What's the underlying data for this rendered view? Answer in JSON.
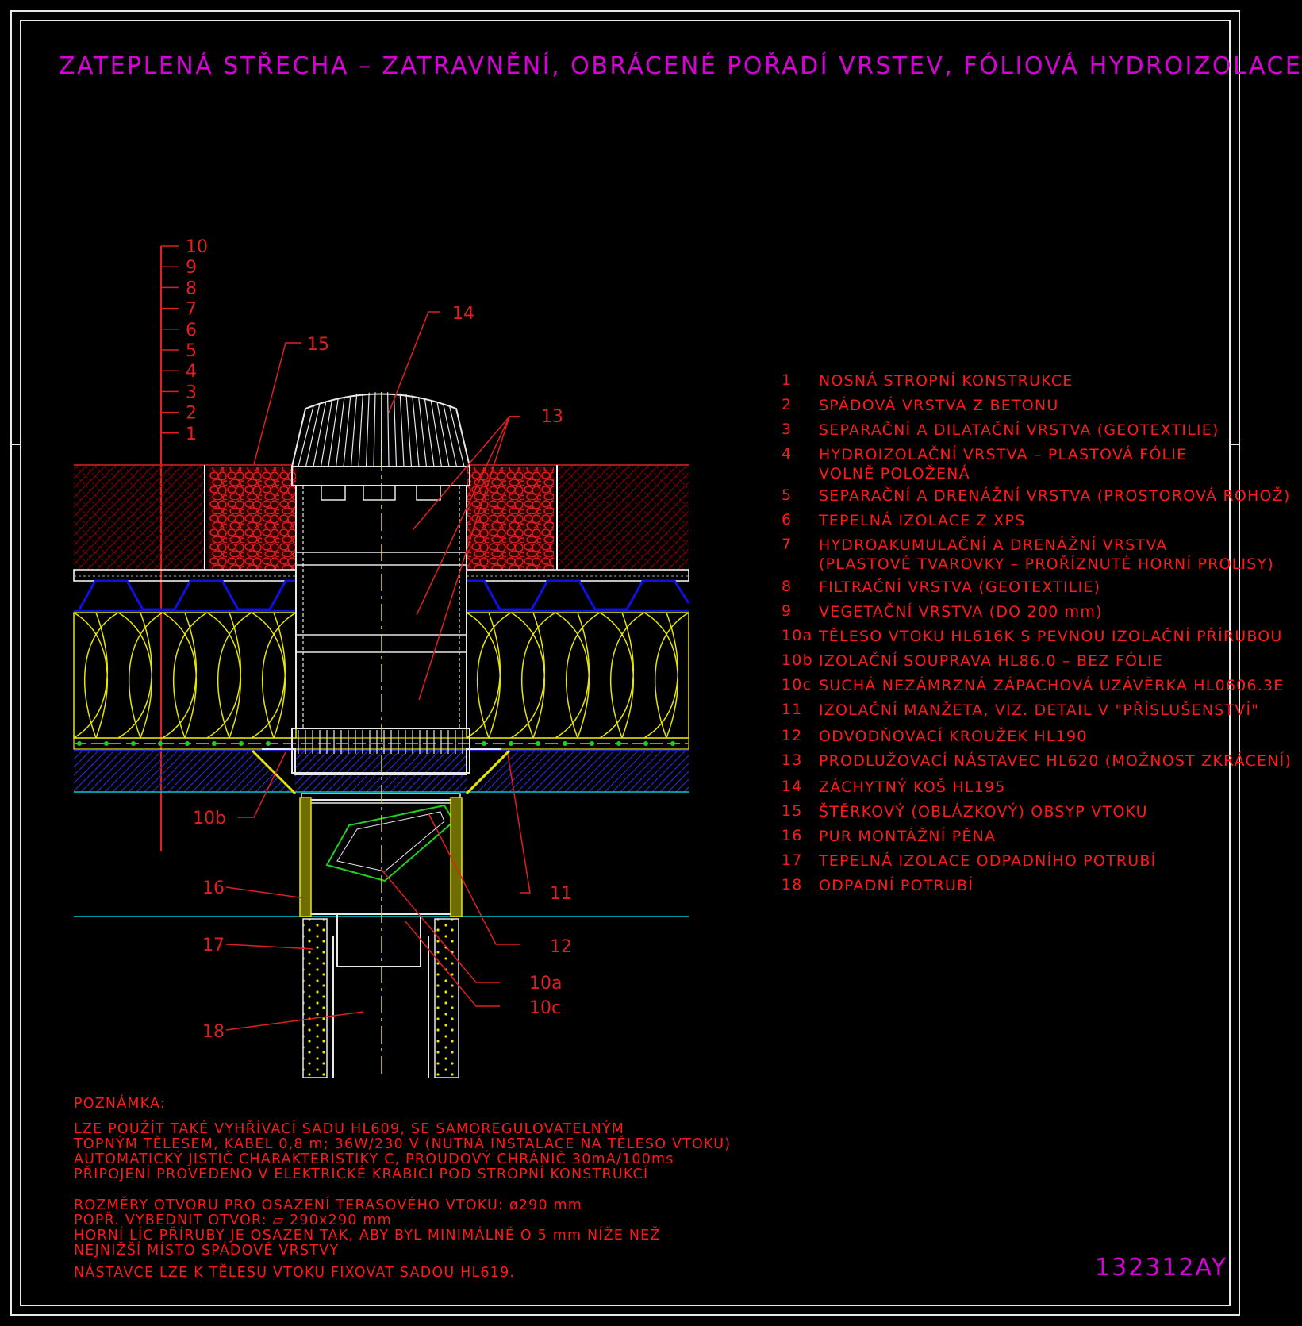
{
  "title": "ZATEPLENÁ STŘECHA – ZATRAVNĚNÍ, OBRÁCENÉ POŘADÍ VRSTEV, FÓLIOVÁ HYDROIZOLACE",
  "drawing_code": "132312AY",
  "layer_scale": [
    "10",
    "9",
    "8",
    "7",
    "6",
    "5",
    "4",
    "3",
    "2",
    "1"
  ],
  "callouts": {
    "c10b": "10b",
    "c11": "11",
    "c12": "12",
    "c13": "13",
    "c14": "14",
    "c15": "15",
    "c16": "16",
    "c17": "17",
    "c18": "18",
    "c10a": "10a",
    "c10c": "10c"
  },
  "legend": [
    {
      "num": "1",
      "text": "NOSNÁ STROPNÍ KONSTRUKCE"
    },
    {
      "num": "2",
      "text": "SPÁDOVÁ VRSTVA Z BETONU"
    },
    {
      "num": "3",
      "text": "SEPARAČNÍ A DILATAČNÍ VRSTVA (GEOTEXTILIE)"
    },
    {
      "num": "4",
      "text": "HYDROIZOLAČNÍ VRSTVA – PLASTOVÁ FÓLIE",
      "text2": "VOLNĚ POLOŽENÁ"
    },
    {
      "num": "5",
      "text": "SEPARAČNÍ A DRENÁŽNÍ VRSTVA (PROSTOROVÁ ROHOŽ)"
    },
    {
      "num": "6",
      "text": "TEPELNÁ IZOLACE Z XPS"
    },
    {
      "num": "7",
      "text": "HYDROAKUMULAČNÍ A DRENÁŽNÍ VRSTVA",
      "text2": "(PLASTOVÉ TVAROVKY – PROŘÍZNUTÉ HORNÍ PROLISY)"
    },
    {
      "num": "8",
      "text": "FILTRAČNÍ VRSTVA (GEOTEXTILIE)"
    },
    {
      "num": "9",
      "text": "VEGETAČNÍ VRSTVA (DO 200 mm)"
    },
    {
      "num": "10a",
      "text": "TĚLESO VTOKU HL616K S PEVNOU IZOLAČNÍ PŘÍRUBOU"
    },
    {
      "num": "10b",
      "text": "IZOLAČNÍ SOUPRAVA HL86.0 – BEZ FÓLIE"
    },
    {
      "num": "10c",
      "text": "SUCHÁ NEZÁMRZNÁ ZÁPACHOVÁ UZÁVĚRKA HL0606.3E"
    },
    {
      "num": "11",
      "text": "IZOLAČNÍ MANŽETA, VIZ. DETAIL V \"PŘÍSLUŠENSTVÍ\""
    },
    {
      "num": "12",
      "text": "ODVODŇOVACÍ KROUŽEK HL190"
    },
    {
      "num": "13",
      "text": "PRODLUŽOVACÍ NÁSTAVEC HL620 (MOŽNOST ZKRÁCENÍ)"
    },
    {
      "num": "14",
      "text": "ZÁCHYTNÝ KOŠ HL195"
    },
    {
      "num": "15",
      "text": "ŠTĚRKOVÝ (OBLÁZKOVÝ) OBSYP VTOKU"
    },
    {
      "num": "16",
      "text": "PUR MONTÁŽNÍ PĚNA"
    },
    {
      "num": "17",
      "text": "TEPELNÁ IZOLACE ODPADNÍHO POTRUBÍ"
    },
    {
      "num": "18",
      "text": "ODPADNÍ POTRUBÍ"
    }
  ],
  "note": {
    "heading": "POZNÁMKA:",
    "p1": [
      "LZE POUŽÍT TAKÉ VYHŘÍVACÍ SADU HL609, SE SAMOREGULOVATELNÝM",
      "TOPNÝM TĚLESEM, KABEL 0,8 m; 36W/230 V (NUTNÁ INSTALACE NA TĚLESO VTOKU)",
      "AUTOMATICKÝ JISTIČ CHARAKTERISTIKY C, PROUDOVÝ CHRÁNIČ 30mA/100ms",
      "PŘIPOJENÍ PROVEDENO V ELEKTRICKÉ KRABICI POD STROPNÍ KONSTRUKCÍ"
    ],
    "p2": [
      "ROZMĚRY OTVORU PRO OSAZENÍ TERASOVÉHO VTOKU: ø290 mm",
      "POPŘ. VYBEDNIT OTVOR: ▱ 290x290 mm",
      "HORNÍ LÍC PŘÍRUBY JE OSAZEN TAK, ABY BYL MINIMÁLNĚ O 5 mm NÍŽE NEŽ",
      "NEJNIŽŠÍ MÍSTO SPÁDOVÉ VRSTVY",
      "NÁSTAVCE LZE K TĚLESU VTOKU FIXOVAT SADOU HL619."
    ]
  },
  "colors": {
    "title": "#d800d8",
    "text": "#ff1a1a",
    "gravel": "#b00000",
    "insulation": "#e6e600",
    "drainage": "#1010e0",
    "slab": "#1818a8",
    "centerline": "#e6e600",
    "membrane": "#20d020",
    "level": "#00c8c8"
  }
}
